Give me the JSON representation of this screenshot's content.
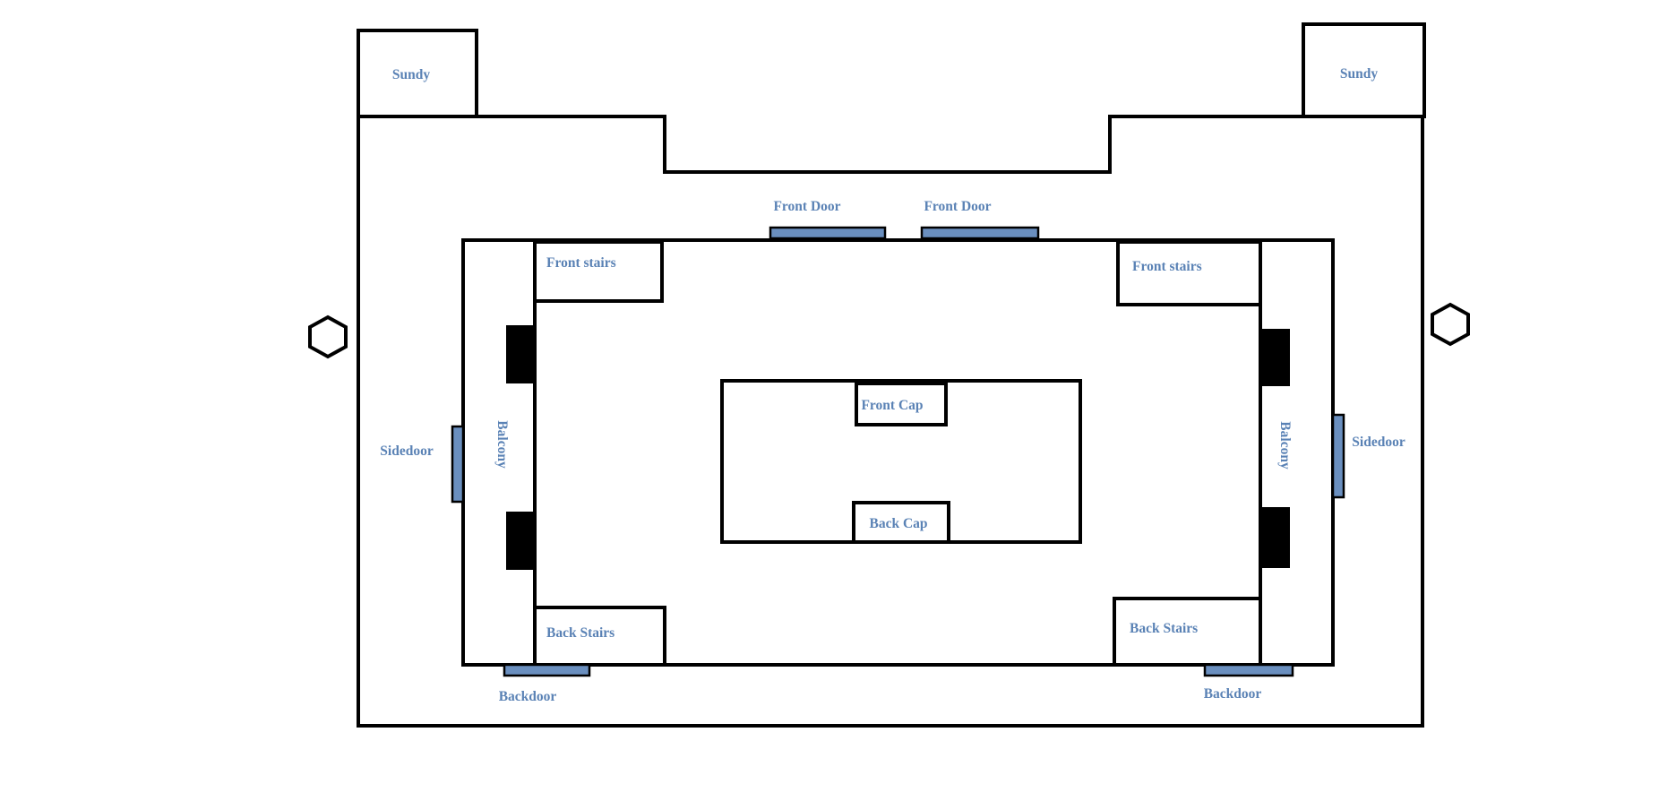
{
  "colors": {
    "label": "#5a82b5",
    "door_fill": "#6a8fbf",
    "line": "#000000",
    "background": "#ffffff"
  },
  "icons": {
    "left_marker": "hexagon-icon",
    "right_marker": "hexagon-icon"
  },
  "labels": {
    "sundy_left": "Sundy",
    "sundy_right": "Sundy",
    "front_door_left": "Front Door",
    "front_door_right": "Front Door",
    "front_stairs_left": "Front stairs",
    "front_stairs_right": "Front stairs",
    "balcony_left": "Balcony",
    "balcony_right": "Balcony",
    "sidedoor_left": "Sidedoor",
    "sidedoor_right": "Sidedoor",
    "front_cap": "Front Cap",
    "back_cap": "Back Cap",
    "back_stairs_left": "Back Stairs",
    "back_stairs_right": "Back Stairs",
    "backdoor_left": "Backdoor",
    "backdoor_right": "Backdoor"
  }
}
